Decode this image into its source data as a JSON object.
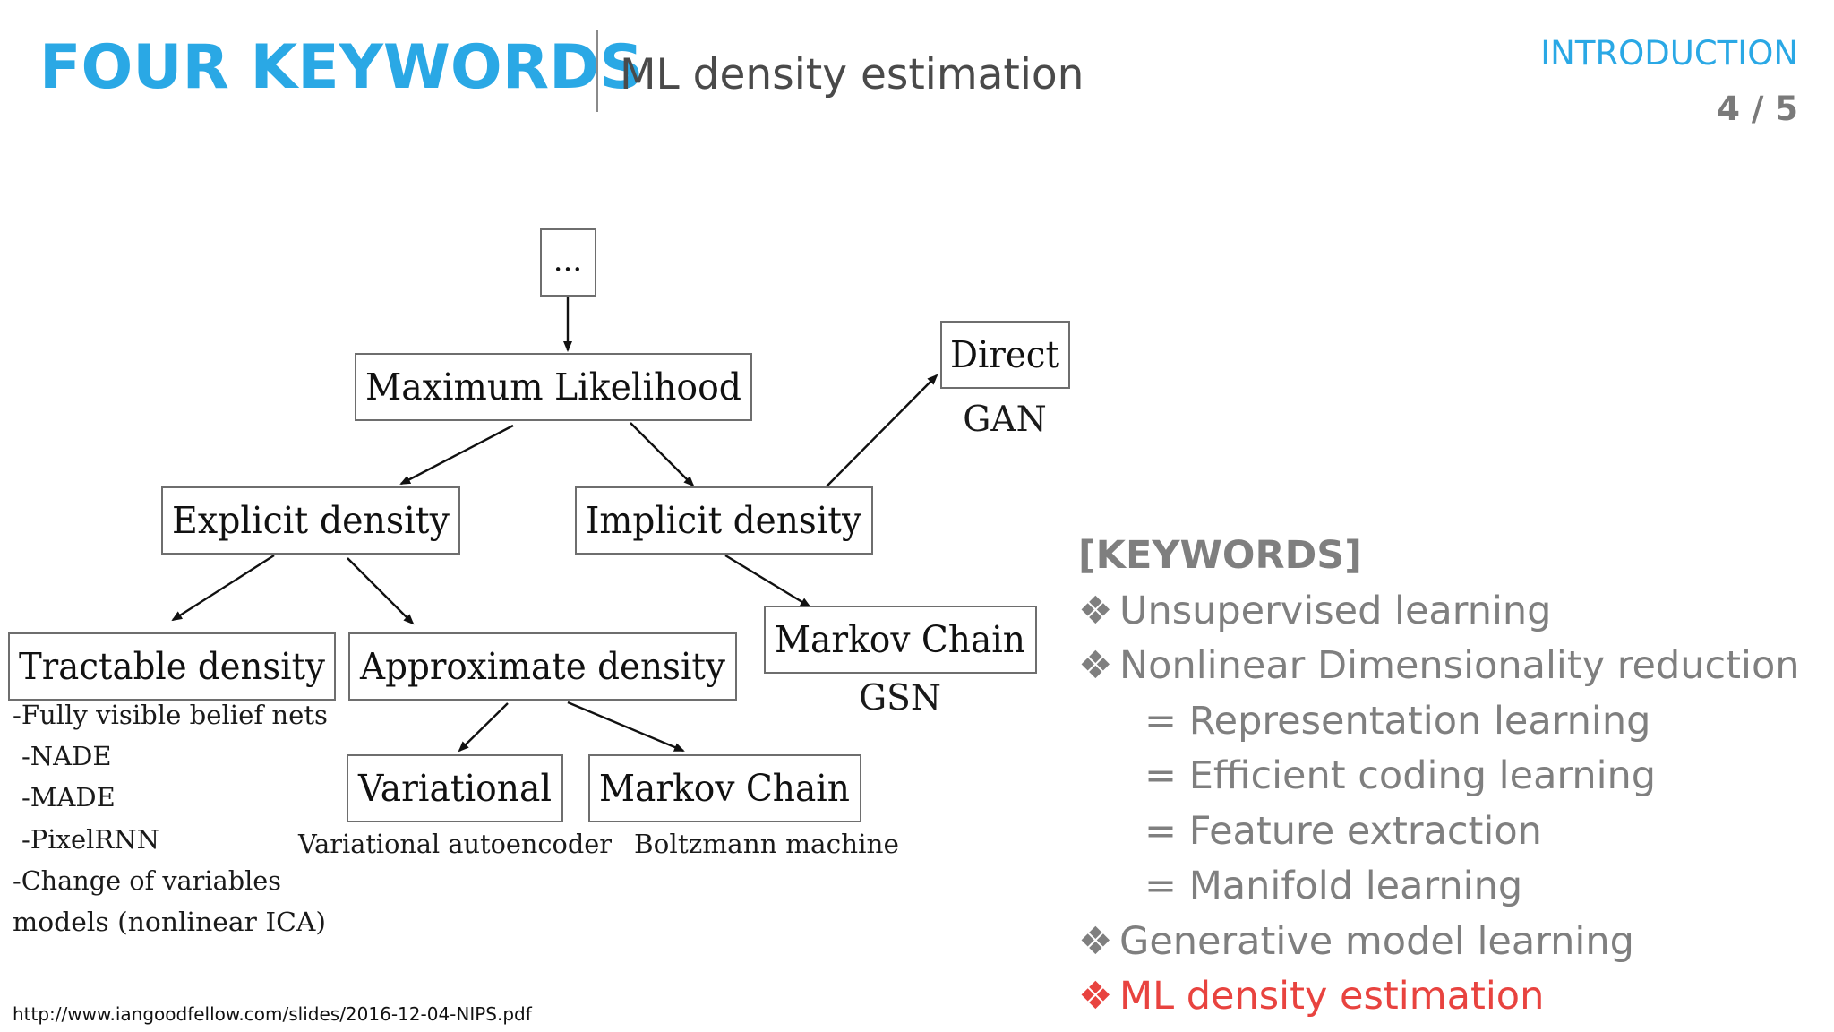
{
  "header": {
    "title": "FOUR KEYWORDS",
    "subtitle": "ML density estimation",
    "section": "INTRODUCTION",
    "page": "4 / 5"
  },
  "diagram": {
    "nodes": {
      "ellipsis": "...",
      "max_likelihood": "Maximum Likelihood",
      "explicit": "Explicit density",
      "implicit": "Implicit density",
      "direct": "Direct",
      "tractable": "Tractable density",
      "approximate": "Approximate density",
      "markov_implicit": "Markov Chain",
      "variational": "Variational",
      "markov_approx": "Markov Chain"
    },
    "methods": {
      "direct": "GAN",
      "markov_implicit": "GSN",
      "variational": "Variational autoencoder",
      "markov_approx": "Boltzmann machine"
    },
    "tractable_models": [
      "-Fully visible belief nets",
      "-NADE",
      "-MADE",
      "-PixelRNN",
      "-Change of variables",
      "models (nonlinear ICA)"
    ]
  },
  "keywords": {
    "heading": "[KEYWORDS]",
    "bullet_symbol": "❖",
    "items": [
      "Unsupervised learning",
      "Nonlinear Dimensionality reduction",
      "= Representation learning",
      "= Efficient coding learning",
      "= Feature extraction",
      "= Manifold learning",
      "Generative model learning",
      "ML density estimation"
    ]
  },
  "source": "http://www.iangoodfellow.com/slides/2016-12-04-NIPS.pdf",
  "colors": {
    "title": "#2aa8e5",
    "keyword_text": "#7f7f7f",
    "highlight": "#e8433f"
  }
}
